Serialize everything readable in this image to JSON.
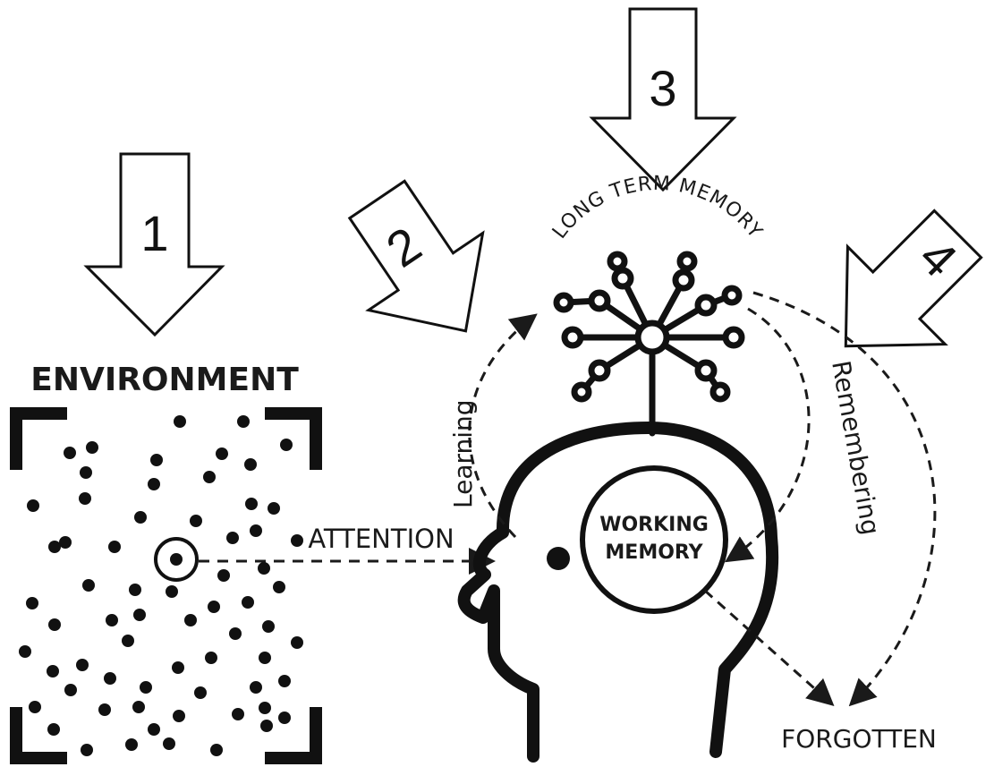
{
  "labels": {
    "environment": "ENVIRONMENT",
    "attention": "ATTENTION",
    "long_term_memory": "LONG TERM MEMORY",
    "working_memory_line1": "WORKING",
    "working_memory_line2": "MEMORY",
    "learning": "Learning",
    "remembering": "Remembering",
    "forgotten": "FORGOTTEN"
  },
  "arrows": [
    {
      "number": "1"
    },
    {
      "number": "2"
    },
    {
      "number": "3"
    },
    {
      "number": "4"
    }
  ],
  "colors": {
    "ink": "#1a1a1a",
    "background": "#ffffff"
  }
}
